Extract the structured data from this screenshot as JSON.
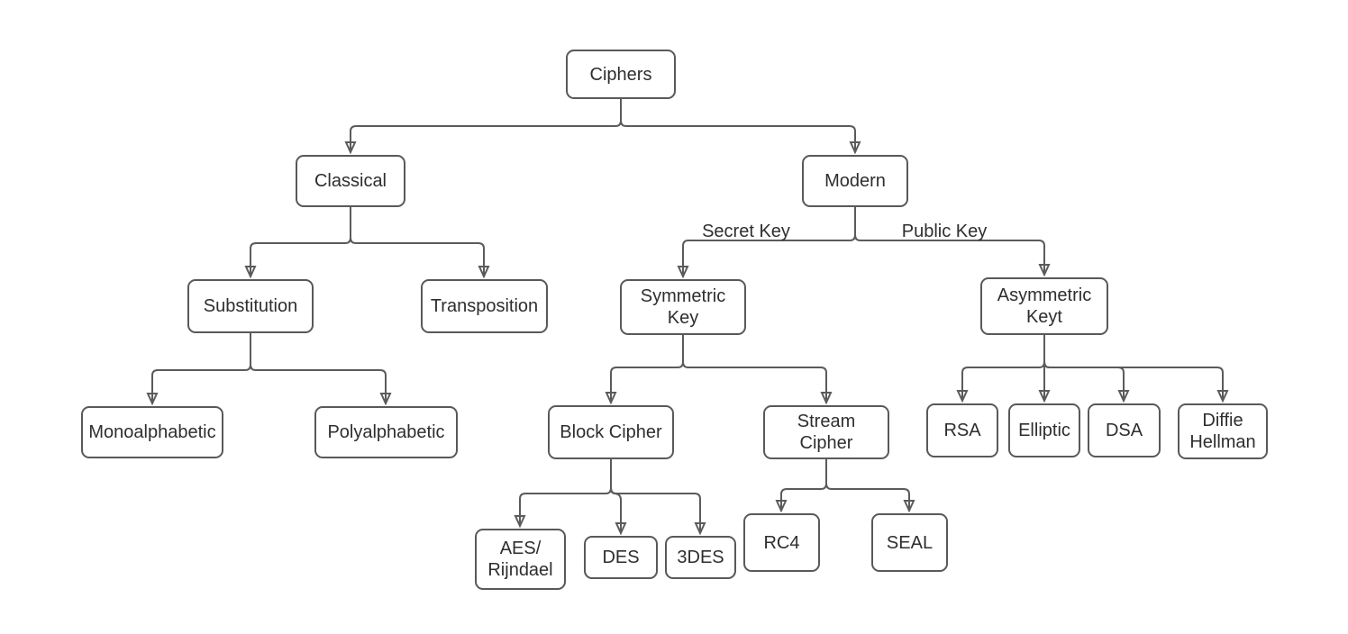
{
  "diagram": {
    "title": "Ciphers classification tree",
    "colors": {
      "background": "#ffffff",
      "line": "#5b5b5b",
      "node_border": "#595959",
      "node_fill": "#ffffff",
      "text": "#2e2e2e"
    },
    "nodes": {
      "ciphers": {
        "label": "Ciphers"
      },
      "classical": {
        "label": "Classical"
      },
      "modern": {
        "label": "Modern"
      },
      "substitution": {
        "label": "Substitution"
      },
      "transposition": {
        "label": "Transposition"
      },
      "symmetric": {
        "label": "Symmetric\nKey"
      },
      "asymmetric": {
        "label": "Asymmetric\nKeyt"
      },
      "monoalphabetic": {
        "label": "Monoalphabetic"
      },
      "polyalphabetic": {
        "label": "Polyalphabetic"
      },
      "block": {
        "label": "Block Cipher"
      },
      "stream": {
        "label": "Stream\nCipher"
      },
      "rsa": {
        "label": "RSA"
      },
      "elliptic": {
        "label": "Elliptic"
      },
      "dsa": {
        "label": "DSA"
      },
      "diffie": {
        "label": "Diffie\nHellman"
      },
      "aes": {
        "label": "AES/\nRijndael"
      },
      "des": {
        "label": "DES"
      },
      "tdes": {
        "label": "3DES"
      },
      "rc4": {
        "label": "RC4"
      },
      "seal": {
        "label": "SEAL"
      }
    },
    "edges": [
      {
        "from": "ciphers",
        "to": "classical"
      },
      {
        "from": "ciphers",
        "to": "modern"
      },
      {
        "from": "classical",
        "to": "substitution"
      },
      {
        "from": "classical",
        "to": "transposition"
      },
      {
        "from": "modern",
        "to": "symmetric",
        "label": "Secret Key"
      },
      {
        "from": "modern",
        "to": "asymmetric",
        "label": "Public Key"
      },
      {
        "from": "substitution",
        "to": "monoalphabetic"
      },
      {
        "from": "substitution",
        "to": "polyalphabetic"
      },
      {
        "from": "symmetric",
        "to": "block"
      },
      {
        "from": "symmetric",
        "to": "stream"
      },
      {
        "from": "block",
        "to": "aes"
      },
      {
        "from": "block",
        "to": "des"
      },
      {
        "from": "block",
        "to": "tdes"
      },
      {
        "from": "stream",
        "to": "rc4"
      },
      {
        "from": "stream",
        "to": "seal"
      },
      {
        "from": "asymmetric",
        "to": "rsa"
      },
      {
        "from": "asymmetric",
        "to": "elliptic"
      },
      {
        "from": "asymmetric",
        "to": "dsa"
      },
      {
        "from": "asymmetric",
        "to": "diffie"
      }
    ]
  }
}
